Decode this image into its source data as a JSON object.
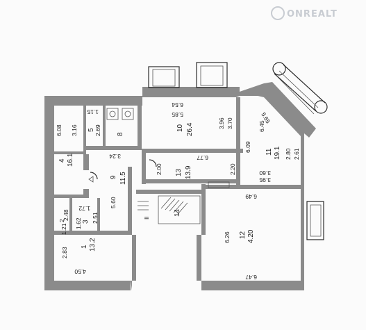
{
  "watermark": {
    "brand": "ONREALT"
  },
  "rooms": [
    {
      "id": "room-1",
      "num": "1",
      "area": "13.2",
      "dims": [
        "2.83",
        "4.50"
      ]
    },
    {
      "id": "room-2",
      "num": "2",
      "area": "1.21",
      "dims": [
        "2.48"
      ]
    },
    {
      "id": "room-3",
      "num": "3",
      "area": "2.51",
      "dims": [
        "1.62",
        "1.72"
      ]
    },
    {
      "id": "room-4",
      "num": "4",
      "area": "16.1",
      "dims": [
        "6.08",
        "3.16"
      ]
    },
    {
      "id": "room-5",
      "num": "5",
      "area": "2.69",
      "dims": [
        "1.15"
      ]
    },
    {
      "id": "room-8",
      "num": "8",
      "area": "",
      "dims": []
    },
    {
      "id": "room-9",
      "num": "9",
      "area": "11.5",
      "dims": [
        "5.60",
        "3.24"
      ]
    },
    {
      "id": "room-10",
      "num": "10",
      "area": "26.4",
      "dims": [
        "6.54",
        "5.85",
        "3.96",
        "3.70"
      ]
    },
    {
      "id": "room-11",
      "num": "11",
      "area": "19.1",
      "dims": [
        "6.09",
        "6.45",
        "5.65",
        "2.80",
        "2.61",
        "3.60",
        "3.95"
      ]
    },
    {
      "id": "room-12",
      "num": "12",
      "area": "4.20",
      "dims": [
        "6.26",
        "6.49",
        "6.47"
      ]
    },
    {
      "id": "room-13",
      "num": "13",
      "area": "13.9",
      "dims": [
        "2.00",
        "6.77",
        "2.20"
      ]
    },
    {
      "id": "room-14",
      "num": "14",
      "area": "",
      "dims": [
        "II"
      ]
    }
  ]
}
